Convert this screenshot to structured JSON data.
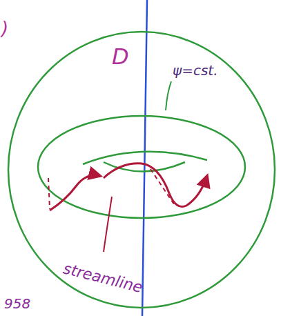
{
  "diagram": {
    "labels": [
      ")",
      "D",
      "ψ=cst.",
      "streamline",
      "958"
    ]
  }
}
